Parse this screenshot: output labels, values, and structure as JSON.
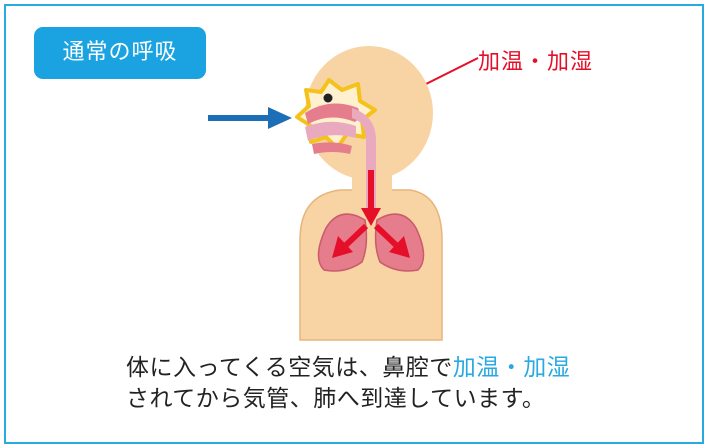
{
  "badge": {
    "label": "通常の呼吸"
  },
  "callout": {
    "label": "加温・加湿"
  },
  "caption": {
    "line1_prefix": "体に入ってくる空気は、鼻腔で",
    "line1_highlight": "加温・加湿",
    "line2": "されてから気管、肺へ到達しています。"
  },
  "colors": {
    "frame": "#29a9e1",
    "badge": "#1aa3e0",
    "callout": "#e60f2a",
    "skin": "#f8d4a4",
    "nose_star_outline": "#f3c21b",
    "lungs": "#e67d8c",
    "arrow_red": "#e60f2a",
    "arrow_blue": "#1c6fb7"
  }
}
